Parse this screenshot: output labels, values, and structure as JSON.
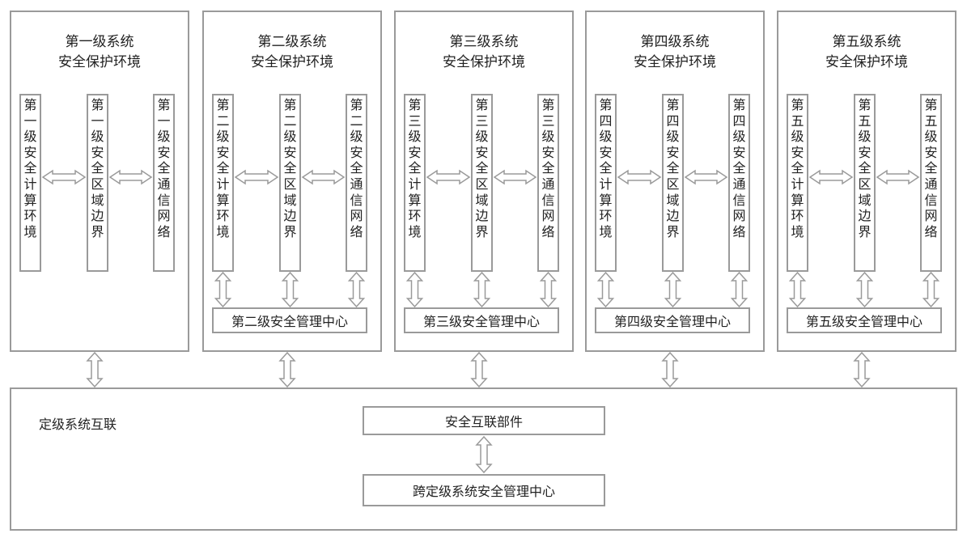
{
  "systems": [
    {
      "title_line1": "第一级系统",
      "title_line2": "安全保护环境",
      "compute": "第一级安全计算环境",
      "boundary": "第一级安全区域边界",
      "network": "第一级安全通信网络",
      "mgmt": ""
    },
    {
      "title_line1": "第二级系统",
      "title_line2": "安全保护环境",
      "compute": "第二级安全计算环境",
      "boundary": "第二级安全区域边界",
      "network": "第二级安全通信网络",
      "mgmt": "第二级安全管理中心"
    },
    {
      "title_line1": "第三级系统",
      "title_line2": "安全保护环境",
      "compute": "第三级安全计算环境",
      "boundary": "第三级安全区域边界",
      "network": "第三级安全通信网络",
      "mgmt": "第三级安全管理中心"
    },
    {
      "title_line1": "第四级系统",
      "title_line2": "安全保护环境",
      "compute": "第四级安全计算环境",
      "boundary": "第四级安全区域边界",
      "network": "第四级安全通信网络",
      "mgmt": "第四级安全管理中心"
    },
    {
      "title_line1": "第五级系统",
      "title_line2": "安全保护环境",
      "compute": "第五级安全计算环境",
      "boundary": "第五级安全区域边界",
      "network": "第五级安全通信网络",
      "mgmt": "第五级安全管理中心"
    }
  ],
  "interconnect": {
    "label": "定级系统互联",
    "component": "安全互联部件",
    "cross_mgmt": "跨定级系统安全管理中心"
  },
  "colors": {
    "border": "#9a9a9a",
    "arrow": "#9a9a9a"
  }
}
